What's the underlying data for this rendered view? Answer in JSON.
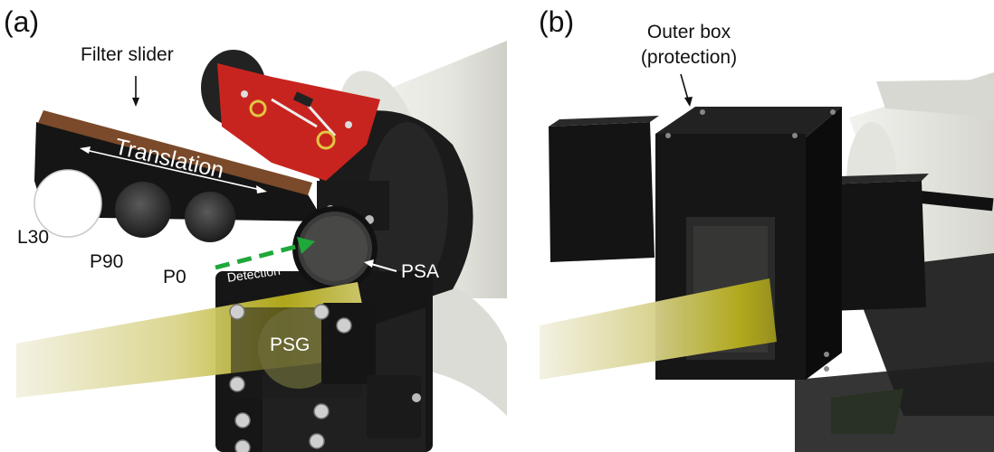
{
  "panels": [
    {
      "letter": "(a)",
      "labels": {
        "filter_slider": "Filter slider",
        "translation": "Translation",
        "l30": "L30",
        "p90": "P90",
        "p0": "P0",
        "detection": "Detection",
        "psa": "PSA",
        "psg": "PSG"
      }
    },
    {
      "letter": "(b)",
      "labels": {
        "outer_box_line1": "Outer box",
        "outer_box_line2": "(protection)"
      }
    }
  ],
  "colors": {
    "pcb_red": "#c8241f",
    "housing_black": "#1a1a1a",
    "beam_yellow": "#b8b21a",
    "detection_arrow_green": "#1fa83a",
    "white_part": "#eeeeea"
  }
}
